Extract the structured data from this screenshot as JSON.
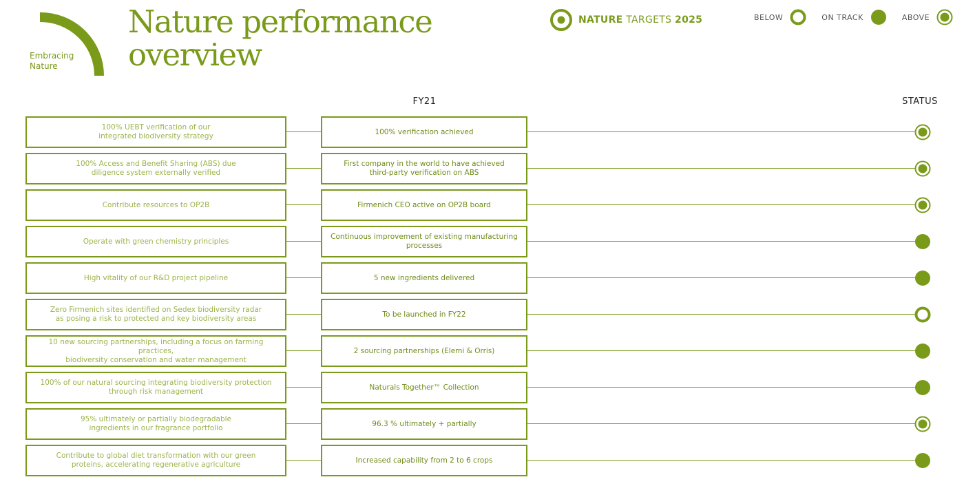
{
  "brand": {
    "logo_line1": "Embracing",
    "logo_line2": "Nature"
  },
  "title": {
    "line1": "Nature performance",
    "line2": "overview"
  },
  "targets_header": {
    "bold1": "NATURE",
    "normal": " TARGETS ",
    "bold2": "2025"
  },
  "legend": {
    "below": "BELOW",
    "on_track": "ON TRACK",
    "above": "ABOVE"
  },
  "columns": {
    "fy": "FY21",
    "status": "STATUS"
  },
  "colors": {
    "accent": "#7a9a1a",
    "light_text": "#9cb34a"
  },
  "rows": [
    {
      "target": "100% UEBT verification of our\nintegrated biodiversity strategy",
      "result": "100% verification achieved",
      "status": "above"
    },
    {
      "target": "100% Access and Benefit Sharing (ABS) due\ndiligence system externally verified",
      "result": "First company in the world to have achieved\nthird-party verification on ABS",
      "status": "above"
    },
    {
      "target": "Contribute resources to OP2B",
      "result": "Firmenich CEO active on OP2B board",
      "status": "above"
    },
    {
      "target": "Operate with green chemistry principles",
      "result": "Continuous improvement of existing manufacturing\nprocesses",
      "status": "on_track"
    },
    {
      "target": "High vitality of our R&D project pipeline",
      "result": "5 new ingredients delivered",
      "status": "on_track"
    },
    {
      "target": "Zero Firmenich sites identified on Sedex biodiversity radar\nas posing a risk to protected and key biodiversity areas",
      "result": "To be launched in FY22",
      "status": "below"
    },
    {
      "target": "10 new sourcing partnerships, including a focus on farming practices,\nbiodiversity conservation and water management",
      "result": "2 sourcing partnerships (Elemi & Orris)",
      "status": "on_track"
    },
    {
      "target": "100% of our natural sourcing integrating biodiversity protection\nthrough risk management",
      "result": "Naturals Together™ Collection",
      "status": "on_track"
    },
    {
      "target": "95% ultimately or partially biodegradable\ningredients in our fragrance portfolio",
      "result": "96.3 % ultimately + partially",
      "status": "above"
    },
    {
      "target": "Contribute to global diet transformation with our green\nproteins, accelerating regenerative agriculture",
      "result": "Increased capability from 2 to 6 crops",
      "status": "on_track"
    }
  ]
}
